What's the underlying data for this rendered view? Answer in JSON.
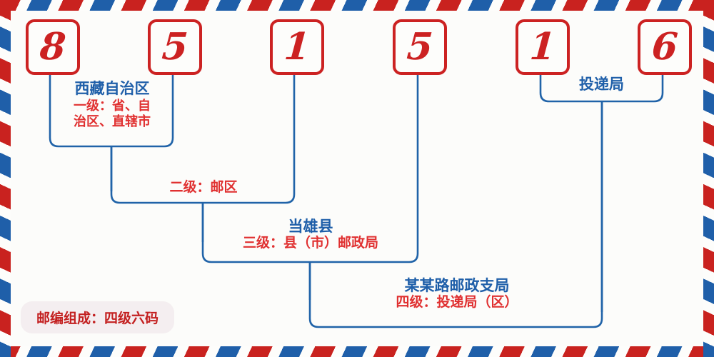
{
  "border": {
    "style": "airmail-diagonal-stripes",
    "red": "#C9221F",
    "blue": "#1F5FA9",
    "paper": "#FDFDFB"
  },
  "colors": {
    "digit_red": "#CC2222",
    "wire_blue": "#2063A8",
    "place_blue": "#1F5FA9",
    "level_red": "#E03030",
    "badge_bg": "#F4EEF0",
    "badge_text": "#C32020"
  },
  "postcode": {
    "digits": [
      "8",
      "5",
      "1",
      "5",
      "1",
      "6"
    ],
    "full": "851516"
  },
  "groups": [
    {
      "id": "level-1",
      "place": "西藏自治区",
      "level": "一级：省、自治区、直辖市",
      "level_line1": "一级：省、自",
      "level_line2": "治区、直辖市",
      "digit_span": [
        1,
        2
      ]
    },
    {
      "id": "level-2",
      "place": "",
      "level": "二级：邮区",
      "digit_span": [
        3,
        3
      ]
    },
    {
      "id": "level-3",
      "place": "当雄县",
      "level": "三级：县（市）邮政局",
      "digit_span": [
        4,
        4
      ]
    },
    {
      "id": "level-4",
      "place": "某某路邮政支局",
      "level": "四级：投递局（区）",
      "digit_span": [
        5,
        6
      ]
    },
    {
      "id": "delivery-office",
      "place": "投递局",
      "level": "",
      "digit_span": [
        5,
        6
      ]
    }
  ],
  "legend": {
    "text": "邮编组成：四级六码"
  }
}
